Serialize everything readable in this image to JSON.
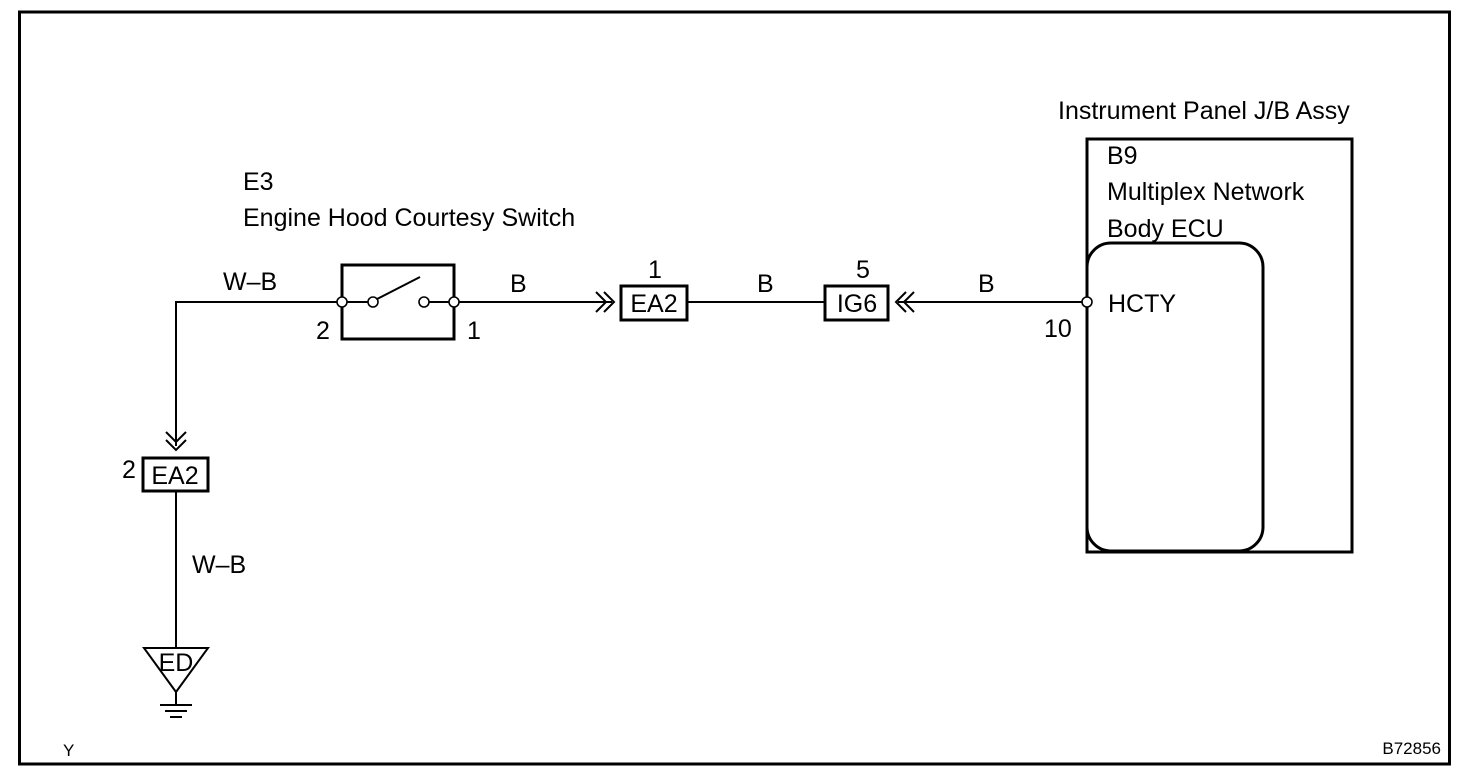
{
  "switch": {
    "code": "E3",
    "name": "Engine Hood Courtesy Switch",
    "pin_left": "2",
    "pin_right": "1"
  },
  "wires": {
    "top_left_color": "W–B",
    "switch_to_ea2_color": "B",
    "ea2_to_ig6_color": "B",
    "ig6_to_ecu_color": "B",
    "bottom_left_color": "W–B"
  },
  "connectors": {
    "ea2_top": {
      "label": "EA2",
      "pin": "1"
    },
    "ig6": {
      "label": "IG6",
      "pin": "5"
    },
    "ea2_left": {
      "label": "EA2",
      "pin": "2"
    }
  },
  "ground": {
    "label": "ED"
  },
  "junction_block": {
    "title": "Instrument Panel J/B Assy",
    "ecu_code": "B9",
    "ecu_name_line1": "Multiplex  Network",
    "ecu_name_line2": "Body ECU",
    "terminal_name": "HCTY",
    "terminal_pin": "10"
  },
  "footer": {
    "left_mark": "Y",
    "figure_code": "B72856"
  }
}
